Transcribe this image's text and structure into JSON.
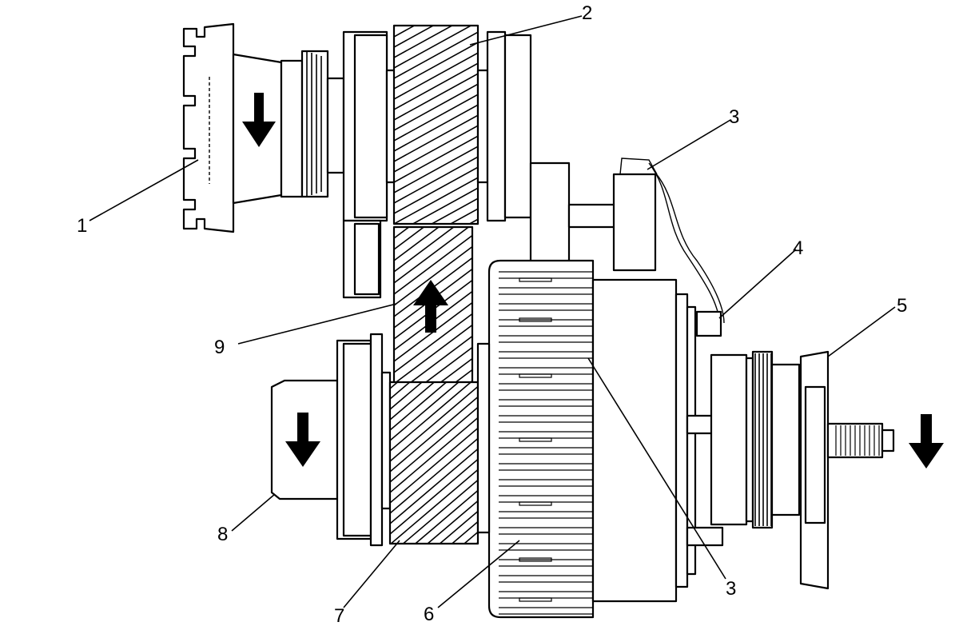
{
  "callouts": {
    "c1": "1",
    "c2": "2",
    "c3a": "3",
    "c3b": "3",
    "c4": "4",
    "c5": "5",
    "c6": "6",
    "c7": "7",
    "c8": "8",
    "c9": "9"
  },
  "colors": {
    "line": "#000000",
    "background": "#ffffff",
    "shade": "#d9d9d9"
  }
}
